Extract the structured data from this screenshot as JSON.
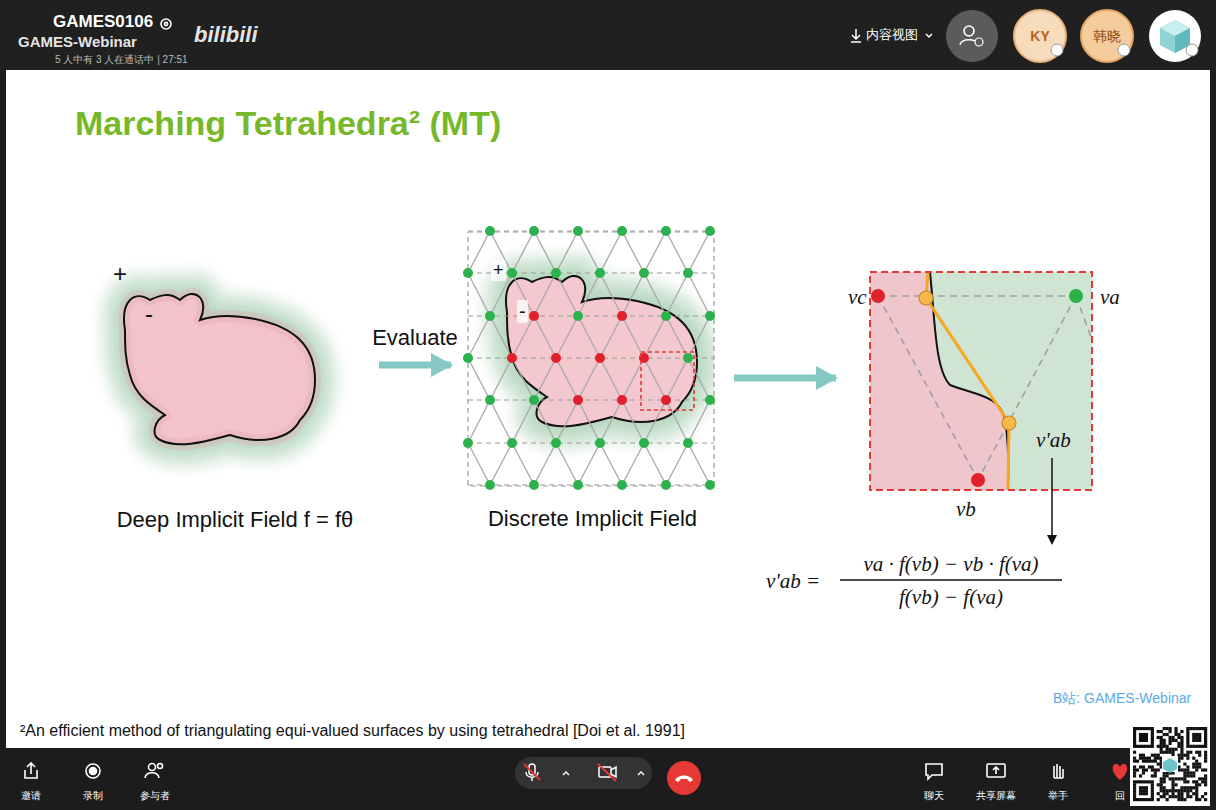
{
  "diagram": {
    "title": "Marching Tetrahedra² (MT)",
    "nodes": [
      {
        "text": [
          "Deep Implicit Field f = fθ"
        ]
      },
      {
        "text": [
          "Discrete Implicit Field"
        ]
      },
      {
        "text": [
          "vc",
          "va",
          "v'ab",
          "vb"
        ]
      }
    ],
    "edges": [
      {
        "from": 0,
        "to": 1,
        "arrow": "to",
        "label": "Evaluate"
      },
      {
        "from": 1,
        "to": 2,
        "arrow": "to"
      }
    ],
    "labels": [
      "GAMES-Webinar",
      "bilibili",
      "GAMES0106",
      "5 人中有 3 人在通话中 | 27:51",
      "内容视图",
      "KY",
      "韩晓",
      "+",
      "-",
      "+",
      "-",
      "v'ab =",
      "va · f(vb) − vb · f(va)",
      "f(vb) − f(va)",
      "B站: GAMES-Webinar",
      "²An efficient method of triangulating equi-valued surfaces by using tetrahedral [Doi et al. 1991]",
      "邀请",
      "录制",
      "参与者",
      "聊天",
      "共享屏幕",
      "举手",
      "回"
    ]
  }
}
